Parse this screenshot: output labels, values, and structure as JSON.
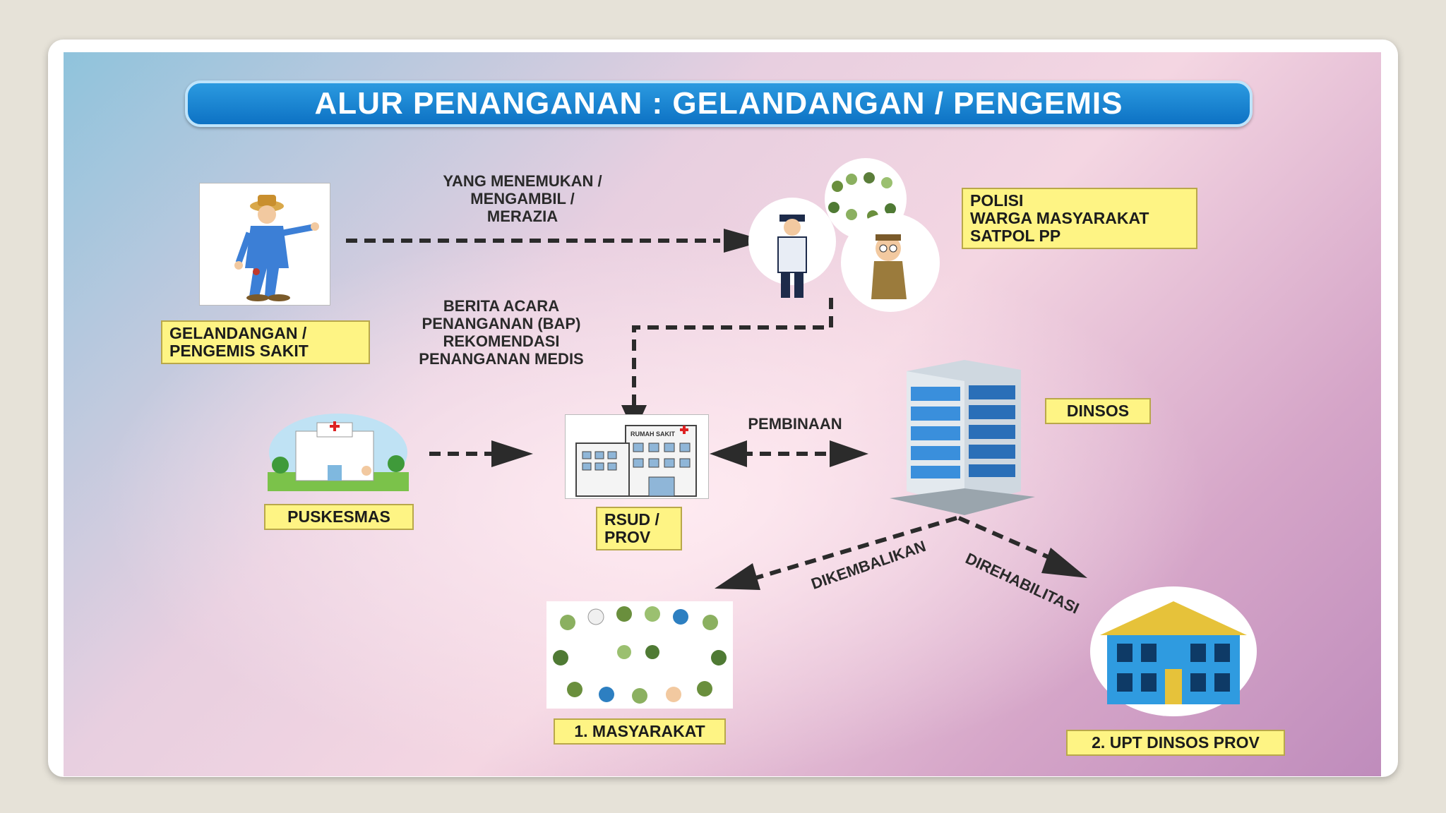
{
  "title": "ALUR PENANGANAN : GELANDANGAN / PENGEMIS",
  "labels": {
    "sick": "GELANDANGAN /\nPENGEMIS SAKIT",
    "finders": "POLISI\nWARGA MASYARAKAT\nSATPOL PP",
    "puskesmas": "PUSKESMAS",
    "rsud": "RSUD /\nPROV",
    "dinsos": "DINSOS",
    "masyarakat": "1. MASYARAKAT",
    "upt": "2. UPT DINSOS PROV"
  },
  "flow": {
    "find": "YANG MENEMUKAN /\nMENGAMBIL /\nMERAZIA",
    "bap": "BERITA ACARA\nPENANGANAN (BAP)\nREKOMENDASI\nPENANGANAN MEDIS",
    "pembinaan": "PEMBINAAN",
    "dikembalikan": "DIKEMBALIKAN",
    "direhabilitasi": "DIREHABILITASI"
  },
  "hospital_sign": "RUMAH SAKIT",
  "colors": {
    "title_bg": "#1585d3",
    "label_bg": "#fef484",
    "arrow": "#2b2b2b"
  }
}
